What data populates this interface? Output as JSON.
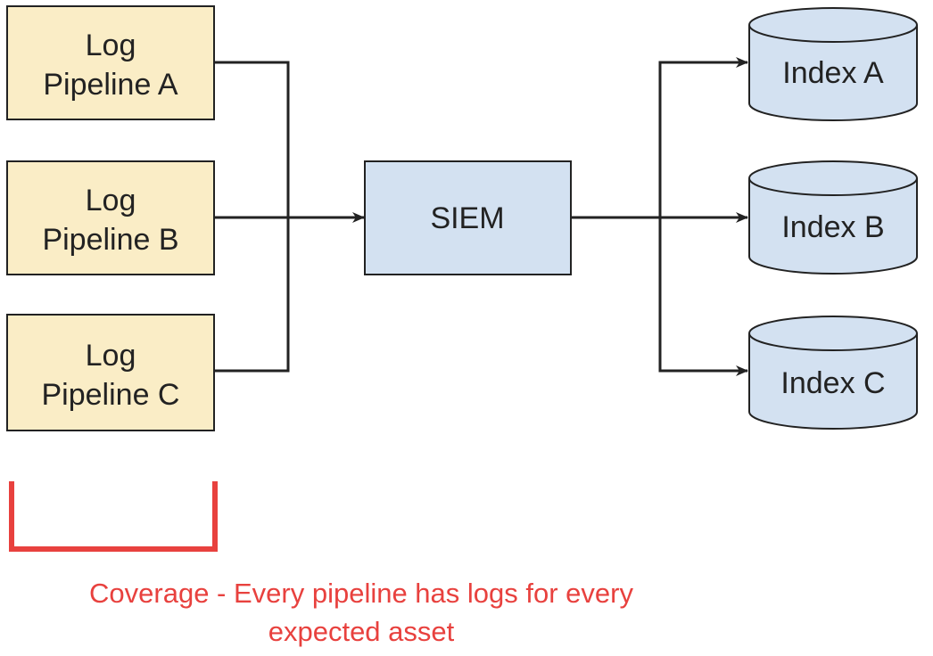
{
  "colors": {
    "pipeline_fill": "#faedc6",
    "siem_fill": "#d3e1f1",
    "index_fill": "#d3e1f1",
    "stroke": "#222222",
    "bracket": "#e8413e",
    "caption": "#e8413e"
  },
  "pipelines": [
    {
      "line1": "Log",
      "line2": "Pipeline A"
    },
    {
      "line1": "Log",
      "line2": "Pipeline B"
    },
    {
      "line1": "Log",
      "line2": "Pipeline C"
    }
  ],
  "siem": {
    "label": "SIEM"
  },
  "indexes": [
    {
      "label": "Index A"
    },
    {
      "label": "Index B"
    },
    {
      "label": "Index C"
    }
  ],
  "caption": {
    "line1": "Coverage - Every pipeline has logs for every",
    "line2": "expected asset"
  }
}
